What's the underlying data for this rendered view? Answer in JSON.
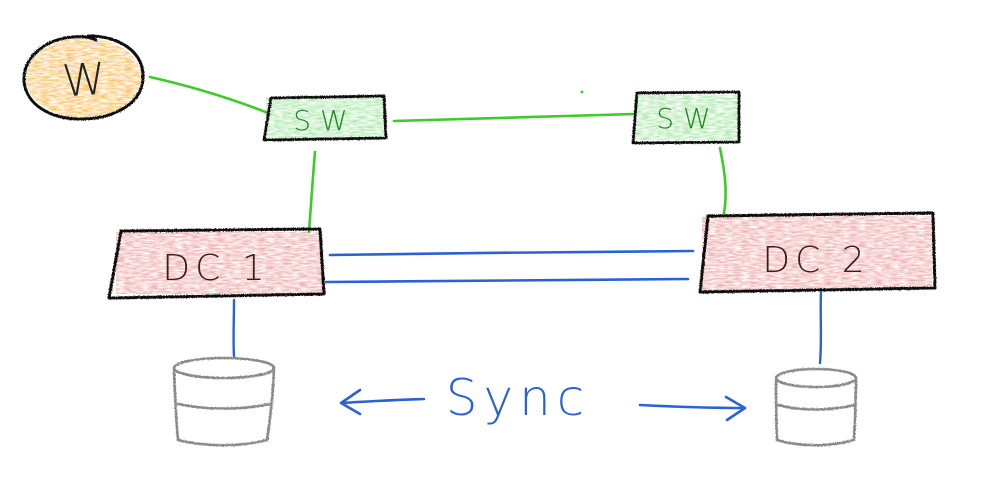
{
  "diagram": {
    "wan": {
      "label": "W",
      "fill": "#f5a623"
    },
    "switch_left": {
      "label": "SW",
      "fill": "#5fd35f"
    },
    "switch_right": {
      "label": "SW",
      "fill": "#5fd35f"
    },
    "dc1": {
      "label": "DC 1",
      "fill": "#e06060"
    },
    "dc2": {
      "label": "DC 2",
      "fill": "#e06060"
    },
    "sync": {
      "label": "Sync"
    },
    "colors": {
      "outline": "#111111",
      "network_link": "#3ccc28",
      "storage_link": "#2a62d6",
      "storage": "#8a8a8a"
    }
  }
}
